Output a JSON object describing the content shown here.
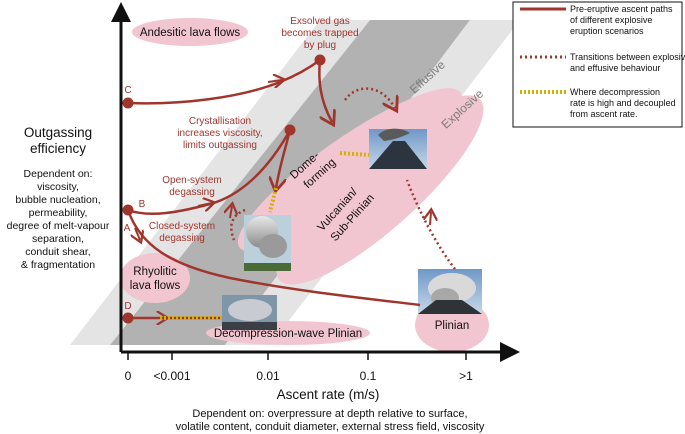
{
  "colors": {
    "path_red": "#a0352d",
    "region_pink": "#f2c6d1",
    "decompression_yellow": "#d4b000",
    "band_gray": "#9e9e9e"
  },
  "y_axis": {
    "title_line1": "Outgassing",
    "title_line2": "efficiency",
    "dependent_lines": [
      "Dependent on:",
      "viscosity,",
      "bubble nucleation,",
      "permeability,",
      "degree of melt-vapour",
      "separation,",
      "conduit shear,",
      "& fragmentation"
    ]
  },
  "x_axis": {
    "title": "Ascent rate (m/s)",
    "ticks": [
      "0",
      "<0.001",
      "0.01",
      "0.1",
      ">1"
    ],
    "dependent_line1": "Dependent on: overpressure at depth relative to surface,",
    "dependent_line2": "volatile content, conduit diameter, external stress field, viscosity"
  },
  "regions": {
    "andesitic": "Andesitic lava flows",
    "rhyolitic_line1": "Rhyolitic",
    "rhyolitic_line2": "lava flows",
    "dome_line1": "Dome-",
    "dome_line2": "forming",
    "vulcanian_line1": "Vulcanian/",
    "vulcanian_line2": "Sub-Plinian",
    "plinian": "Plinian",
    "decompression_plinian": "Decompression-wave Plinian",
    "effusive": "Effusive",
    "explosive": "Explosive"
  },
  "path_letters": {
    "a": "A",
    "b": "B",
    "c": "C",
    "d": "D"
  },
  "annotations": {
    "exsolved_line1": "Exsolved gas",
    "exsolved_line2": "becomes trapped",
    "exsolved_line3": "by plug",
    "crystal_line1": "Crystallisation",
    "crystal_line2": "increases viscosity,",
    "crystal_line3": "limits outgassing",
    "open_line1": "Open-system",
    "open_line2": "degassing",
    "closed_line1": "Closed-system",
    "closed_line2": "degassing"
  },
  "legend": {
    "solid_line1": "Pre-eruptive ascent paths",
    "solid_line2": "of different explosive",
    "solid_line3": "eruption scenarios",
    "dotted_line1": "Transitions between explosive",
    "dotted_line2": "and effusive behaviour",
    "yellow_line1": "Where decompression",
    "yellow_line2": "rate is high and decoupled",
    "yellow_line3": "from ascent rate."
  }
}
